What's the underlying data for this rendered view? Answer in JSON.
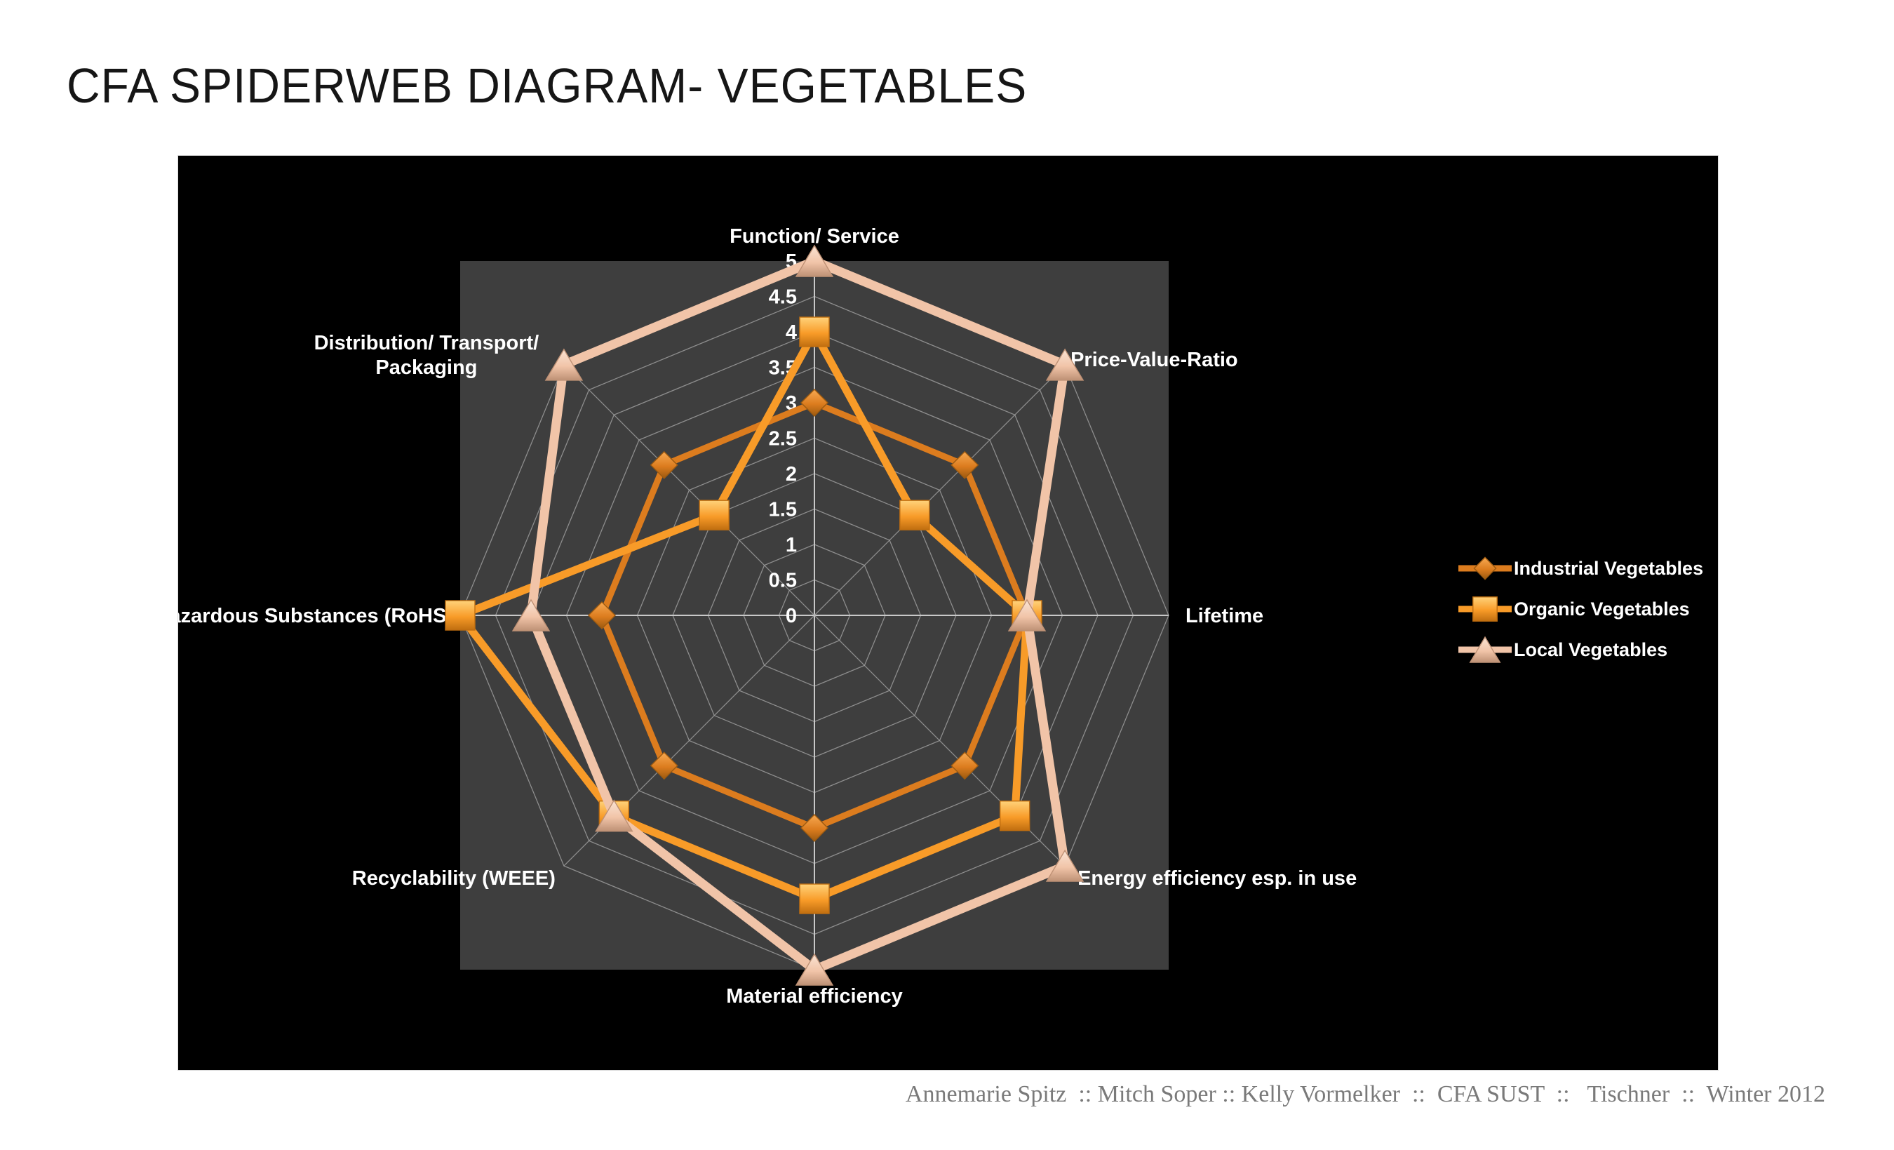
{
  "page": {
    "title": "CFA SPIDERWEB DIAGRAM- VEGETABLES",
    "footer": "Annemarie Spitz  :: Mitch Soper :: Kelly Vormelker  ::  CFA SUST  ::   Tischner  ::  Winter 2012"
  },
  "chart_data": {
    "type": "radar",
    "title": "CFA SPIDERWEB DIAGRAM- VEGETABLES",
    "categories": [
      "Function/ Service",
      "Price-Value-Ratio",
      "Lifetime",
      "Energy efficiency esp. in use",
      "Material efficiency",
      "Recyclability (WEEE)",
      "Hazardous Substances (RoHS)",
      "Distribution/ Transport/\nPackaging"
    ],
    "series": [
      {
        "name": "Industrial Vegetables",
        "marker": "diamond",
        "color": "#DC7C1E",
        "color_light": "#F7A952",
        "color_dark": "#9C5A10",
        "values": [
          3,
          3,
          3,
          3,
          3,
          3,
          3,
          3
        ]
      },
      {
        "name": "Organic Vegetables",
        "marker": "square",
        "color": "#F89B28",
        "color_light": "#FFD27A",
        "color_dark": "#C06E10",
        "values": [
          4,
          2,
          3,
          4,
          4,
          4,
          5,
          2
        ]
      },
      {
        "name": "Local Vegetables",
        "marker": "triangle",
        "color": "#F1C4A8",
        "color_light": "#FAE4D4",
        "color_dark": "#BE9175",
        "values": [
          5,
          5,
          3,
          5,
          5,
          4,
          4,
          5
        ]
      }
    ],
    "rmin": 0,
    "rmax": 5,
    "rstep": 0.5,
    "tick_labels": [
      "0",
      "0.5",
      "1",
      "1.5",
      "2",
      "2.5",
      "3",
      "3.5",
      "4",
      "4.5",
      "5"
    ],
    "legend_position": "right",
    "grid": true,
    "colors": {
      "chart_bg": "#000000",
      "plot_bg": "#3E3E3E",
      "grid_line": "#9B9B9B",
      "axis_cross": "#C8C8C8",
      "label_text": "#FFFFFF"
    }
  }
}
